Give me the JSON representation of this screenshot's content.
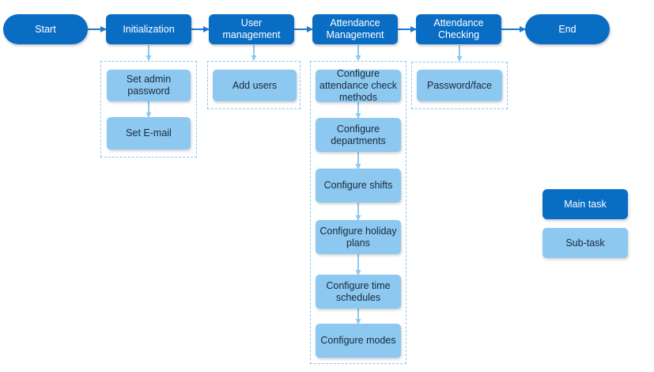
{
  "colors": {
    "main_task": "#0a6dc4",
    "sub_task": "#8cc8f0",
    "connector": "#1a7ad0",
    "sub_connector": "#8cc8f0"
  },
  "flow": {
    "start": "Start",
    "initialization": "Initialization",
    "user_management": "User management",
    "attendance_management": "Attendance Management",
    "attendance_checking": "Attendance Checking",
    "end": "End"
  },
  "subtasks": {
    "initialization": [
      "Set admin password",
      "Set E-mail"
    ],
    "user_management": [
      "Add users"
    ],
    "attendance_management": [
      "Configure attendance check methods",
      "Configure departments",
      "Configure shifts",
      "Configure holiday plans",
      "Configure time schedules",
      "Configure modes"
    ],
    "attendance_checking": [
      "Password/face"
    ]
  },
  "legend": {
    "main_task": "Main task",
    "sub_task": "Sub-task"
  }
}
